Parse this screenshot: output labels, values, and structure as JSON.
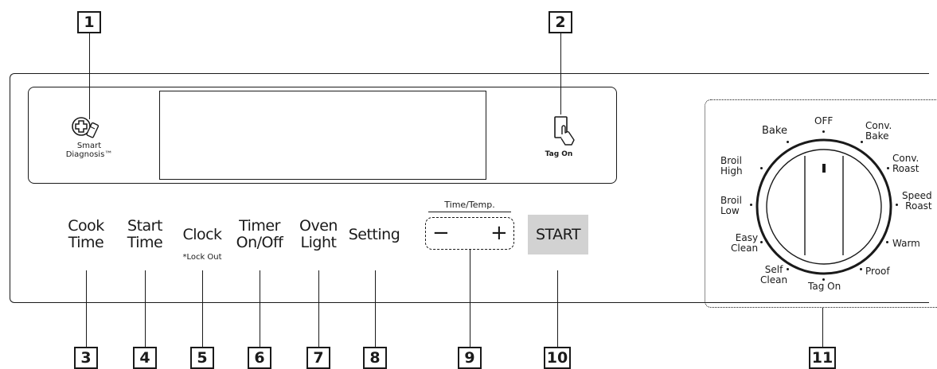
{
  "callouts": [
    "1",
    "2",
    "3",
    "4",
    "5",
    "6",
    "7",
    "8",
    "9",
    "10",
    "11"
  ],
  "display": {
    "smart_diagnosis_label": "Smart\nDiagnosis™",
    "tag_on_label": "Tag On"
  },
  "buttons": {
    "cook_time": "Cook\nTime",
    "start_time": "Start\nTime",
    "clock": "Clock",
    "clock_sub": "*Lock Out",
    "timer": "Timer\nOn/Off",
    "oven_light": "Oven\nLight",
    "setting": "Setting",
    "time_temp_title": "Time/Temp.",
    "minus": "−",
    "plus": "+",
    "start": "START"
  },
  "dial": {
    "off": "OFF",
    "conv_bake": "Conv.\nBake",
    "conv_roast": "Conv.\nRoast",
    "speed_roast": "Speed\nRoast",
    "warm": "Warm",
    "proof": "Proof",
    "tag_on": "Tag On",
    "self_clean": "Self\nClean",
    "easy_clean": "Easy\nClean",
    "broil_low": "Broil\nLow",
    "broil_high": "Broil\nHigh",
    "bake": "Bake"
  }
}
